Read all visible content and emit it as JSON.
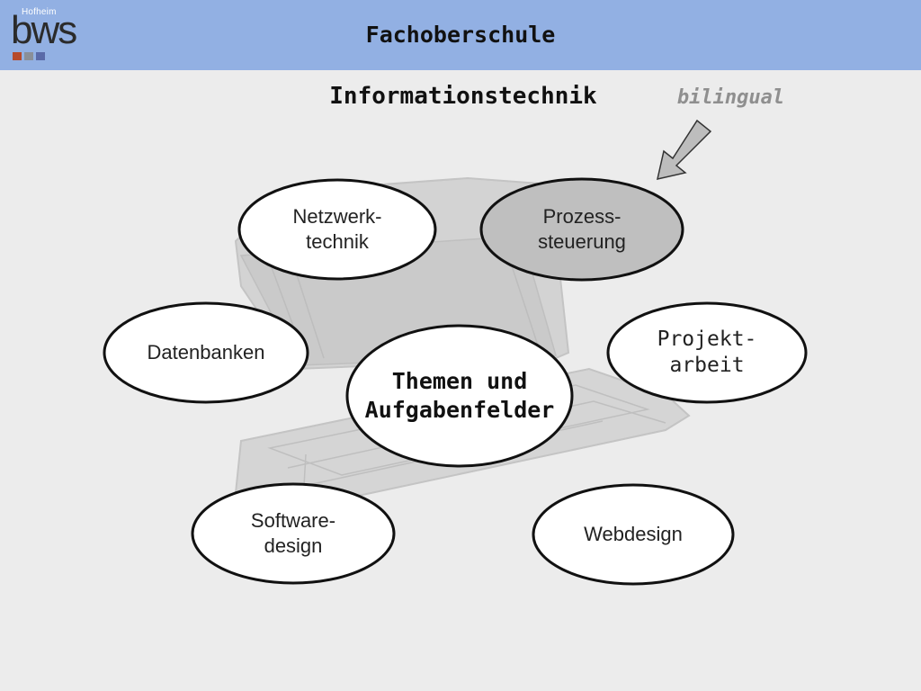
{
  "header": {
    "logo_small": "Hofheim",
    "logo_text": "bws",
    "logo_squares": [
      "#b64a2b",
      "#8a8f98",
      "#5a6aa8"
    ],
    "title": "Fachoberschule",
    "background": "#92b0e3"
  },
  "subtitle": "Informationstechnik",
  "tag": "bilingual",
  "diagram": {
    "center": {
      "label": "Themen und\nAufgabenfelder"
    },
    "topics": [
      {
        "id": "netzwerktechnik",
        "label": "Netzwerk-\ntechnik",
        "fill": "#ffffff"
      },
      {
        "id": "prozesssteuerung",
        "label": "Prozess-\nsteuerung",
        "fill": "#bfbfbf",
        "highlighted": true
      },
      {
        "id": "datenbanken",
        "label": "Datenbanken",
        "fill": "#ffffff"
      },
      {
        "id": "projektarbeit",
        "label": "Projekt-\narbeit",
        "fill": "#ffffff"
      },
      {
        "id": "softwaredesign",
        "label": "Software-\ndesign",
        "fill": "#ffffff"
      },
      {
        "id": "webdesign",
        "label": "Webdesign",
        "fill": "#ffffff"
      }
    ],
    "arrow_color": "#bdbdbd"
  }
}
